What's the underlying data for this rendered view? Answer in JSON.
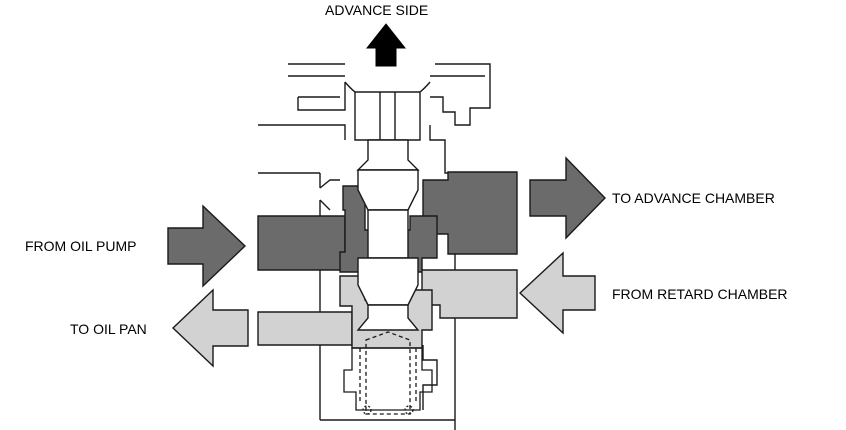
{
  "labels": {
    "advance_side": "ADVANCE SIDE",
    "to_advance_chamber": "TO ADVANCE CHAMBER",
    "from_oil_pump": "FROM OIL PUMP",
    "from_retard_chamber": "FROM RETARD CHAMBER",
    "to_oil_pan": "TO OIL PAN"
  },
  "colors": {
    "dark_oil": "#6b6b6b",
    "light_oil": "#d2d2d2",
    "outline": "#1a1a1a",
    "advance_arrow": "#000000"
  }
}
